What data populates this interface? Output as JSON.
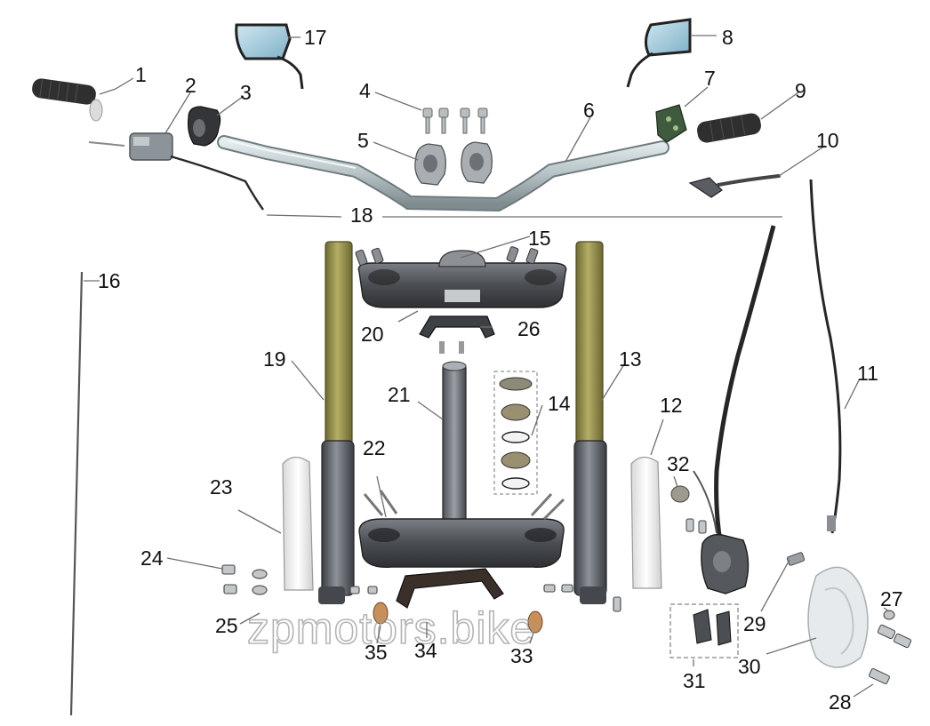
{
  "diagram": {
    "watermark": "zpmotors.bike",
    "callouts": [
      "1",
      "2",
      "3",
      "4",
      "5",
      "6",
      "7",
      "8",
      "9",
      "10",
      "11",
      "12",
      "13",
      "14",
      "15",
      "16",
      "17",
      "18",
      "19",
      "20",
      "21",
      "22",
      "23",
      "24",
      "25",
      "26",
      "27",
      "28",
      "29",
      "30",
      "31",
      "32",
      "33",
      "34",
      "35"
    ],
    "colors": {
      "fork_tube": "#8f8a45",
      "fork_slider": "#5a5e66",
      "triple_clamp": "#4a4d52",
      "handlebar": "#b7c3c6",
      "fork_guard": "#f2f2f2",
      "mirror_glass": "#9cc4d6",
      "grip": "#3a3a3a",
      "brake_disc": "#e4e8ea",
      "leader_line": "#6f6f6f"
    }
  }
}
